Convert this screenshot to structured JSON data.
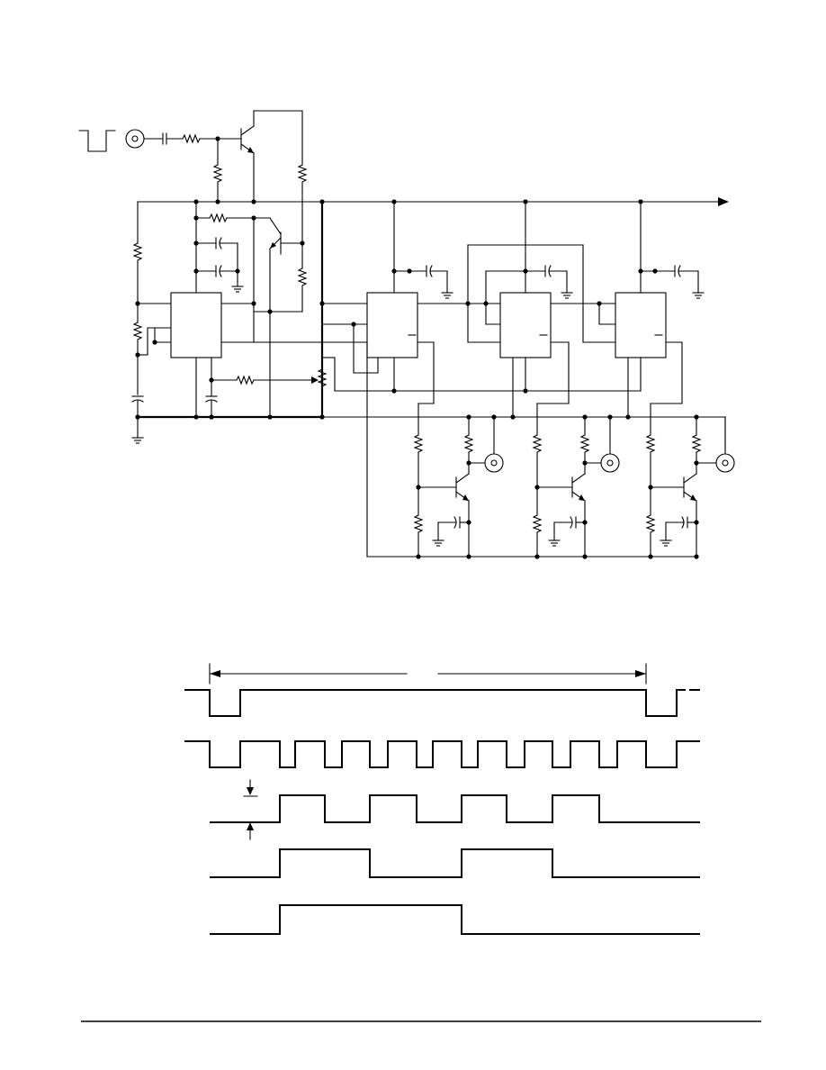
{
  "figure": {
    "schematic": {
      "description_components": [
        "input-pulse-symbol",
        "input-connector",
        "timer-ic",
        "counter-ic-1",
        "counter-ic-2",
        "counter-ic-3",
        "output-stage-1",
        "output-stage-2",
        "output-stage-3"
      ],
      "supply_arrow": "right-arrow-icon"
    },
    "timing": {
      "waveforms": [
        {
          "id": "input",
          "levels": "trigger"
        },
        {
          "id": "clock",
          "levels": "clock"
        },
        {
          "id": "div2"
        },
        {
          "id": "div4"
        },
        {
          "id": "div8"
        }
      ],
      "colors": {
        "ink": "#000000",
        "paper": "#ffffff"
      }
    }
  }
}
